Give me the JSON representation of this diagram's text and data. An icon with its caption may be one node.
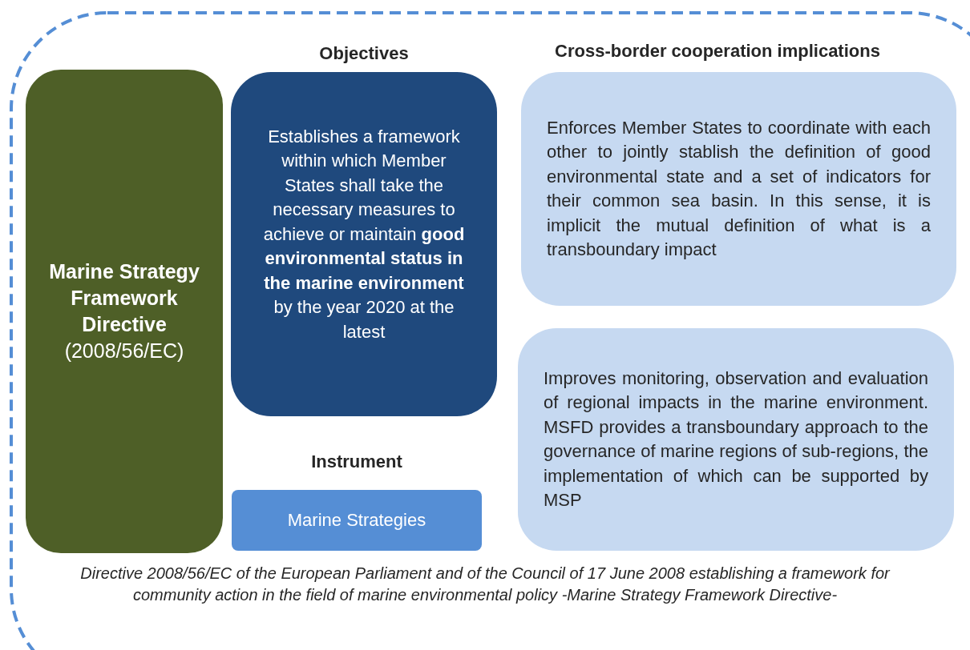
{
  "diagram": {
    "nodes": [
      {
        "text": [
          "**Marine Strategy Framework Directive** (2008/56/EC)"
        ]
      },
      {
        "text": [
          "Objectives",
          "Establishes a framework within which Member States shall take the necessary measures to achieve or maintain **good environmental status in the marine environment** by the year 2020 at the latest"
        ]
      },
      {
        "text": [
          "Instrument",
          "Marine Strategies"
        ]
      },
      {
        "text": [
          "Enforces Member States to coordinate with each other to jointly stablish the definition of good environmental state and a set of indicators for their common sea basin. In this sense, it is implicit the mutual definition of what is a transboundary impact"
        ]
      },
      {
        "text": [
          "Improves monitoring, observation and evaluation of regional impacts in the marine environment. MSFD provides a transboundary approach to the governance of marine regions of sub-regions, the implementation of which can be supported by MSP"
        ]
      }
    ],
    "edges": [],
    "labels": [
      "Cross-border cooperation implications"
    ],
    "caption": "Directive 2008/56/EC of the European Parliament and of the Council of 17 June 2008 establishing a framework for community action in the field of marine environmental policy -Marine Strategy Framework Directive-"
  }
}
